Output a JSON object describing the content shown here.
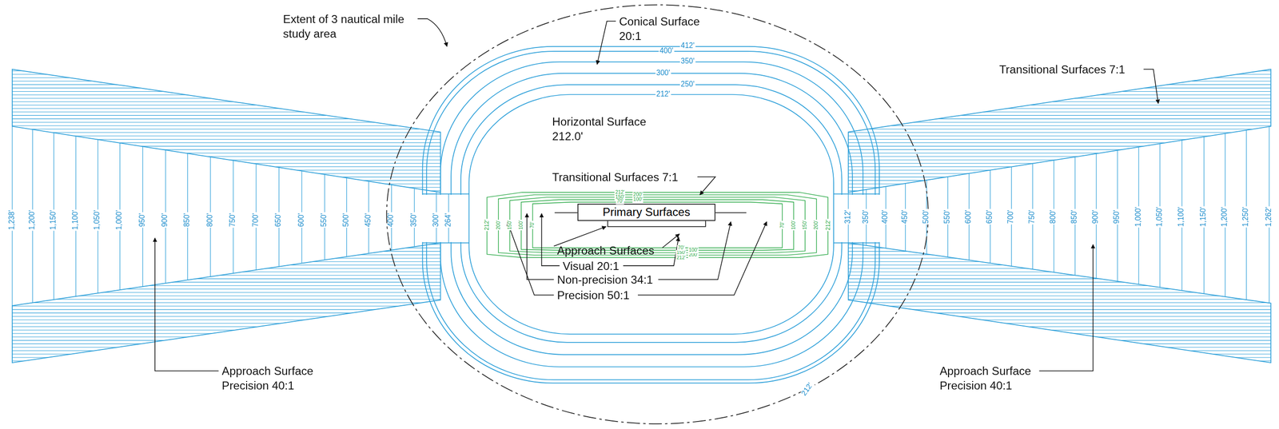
{
  "diagram": {
    "nodes": [
      {
        "text": [
          "Primary Surfaces"
        ]
      }
    ],
    "labels": [
      "Extent of 3 nautical mile study area",
      "Conical Surface 20:1",
      "412'",
      "400'",
      "350'",
      "300'",
      "250'",
      "212'",
      "Horizontal Surface 212.0'",
      "Transitional Surfaces 7:1",
      "Transitional Surfaces 7:1",
      "Approach Surfaces",
      "Visual 20:1",
      "Non-precision 34:1",
      "Precision 50:1",
      "Approach Surface Precision 40:1",
      "Approach Surface Precision 40:1",
      "212'",
      "1,238'",
      "1,200'",
      "1,150'",
      "1,100'",
      "1,050'",
      "1,000'",
      "950'",
      "900'",
      "850'",
      "800'",
      "750'",
      "700'",
      "650'",
      "600'",
      "550'",
      "500'",
      "450'",
      "400'",
      "350'",
      "300'",
      "264'",
      "312'",
      "350'",
      "400'",
      "450'",
      "500'",
      "550'",
      "600'",
      "650'",
      "700'",
      "750'",
      "800'",
      "850'",
      "900'",
      "950'",
      "1,000'",
      "1,050'",
      "1,100'",
      "1,150'",
      "1,200'",
      "1,250'",
      "1,262'",
      "212'",
      "200'",
      "150'",
      "100'",
      "70'",
      "212'",
      "200'",
      "150'",
      "100'",
      "70'",
      "212'",
      "200'",
      "150'",
      "100'",
      "70'",
      "212'",
      "200'",
      "150'",
      "100'",
      "70'"
    ]
  }
}
